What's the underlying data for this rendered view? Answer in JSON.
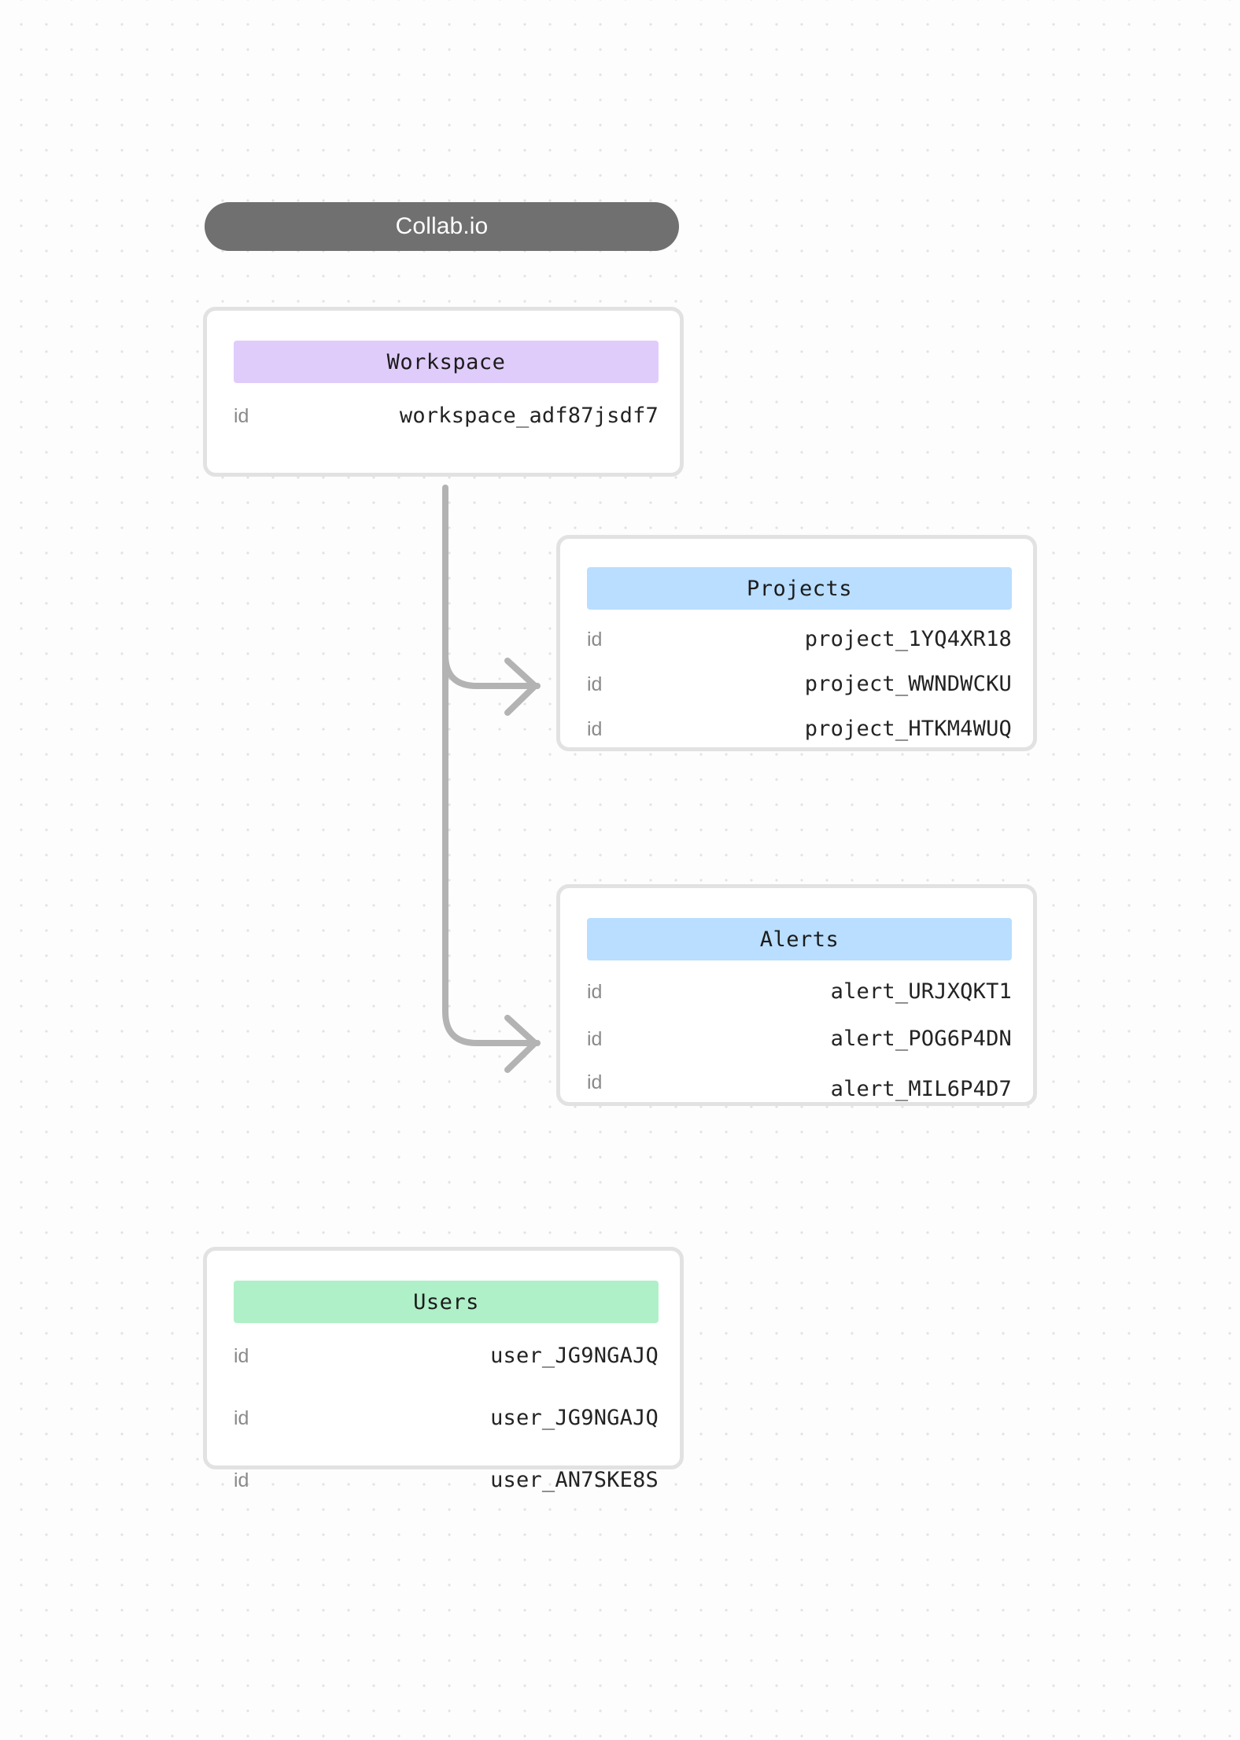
{
  "title": {
    "label": "Collab.io"
  },
  "entities": [
    {
      "name": "workspace",
      "header": "Workspace",
      "accent": "#e0ccfb",
      "rows": [
        {
          "key": "id",
          "value": "workspace_adf87jsdf7"
        }
      ]
    },
    {
      "name": "projects",
      "header": "Projects",
      "accent": "#b9deff",
      "rows": [
        {
          "key": "id",
          "value": "project_1YQ4XR18"
        },
        {
          "key": "id",
          "value": "project_WWNDWCKU"
        },
        {
          "key": "id",
          "value": "project_HTKM4WUQ"
        }
      ]
    },
    {
      "name": "alerts",
      "header": "Alerts",
      "accent": "#b9deff",
      "rows": [
        {
          "key": "id",
          "value": "alert_URJXQKT1"
        },
        {
          "key": "id",
          "value": "alert_POG6P4DN"
        },
        {
          "key": "id",
          "value": "alert_MIL6P4D7"
        }
      ]
    },
    {
      "name": "users",
      "header": "Users",
      "accent": "#b0f0c8",
      "rows": [
        {
          "key": "id",
          "value": "user_JG9NGAJQ"
        },
        {
          "key": "id",
          "value": "user_JG9NGAJQ"
        },
        {
          "key": "id",
          "value": "user_AN7SKE8S"
        }
      ]
    }
  ],
  "connectors": [
    {
      "name": "workspace-to-projects",
      "from": "workspace",
      "to": "projects",
      "color": "#b3b3b3"
    },
    {
      "name": "workspace-to-alerts",
      "from": "workspace",
      "to": "alerts",
      "color": "#b3b3b3"
    }
  ],
  "colors": {
    "background": "#fdfdfd",
    "grid_dot": "#e3e3e3",
    "card_border": "#e2e2e2",
    "title_pill": "#707070",
    "connector": "#b3b3b3",
    "key_text": "#8a8a8a",
    "value_text": "#232323"
  }
}
